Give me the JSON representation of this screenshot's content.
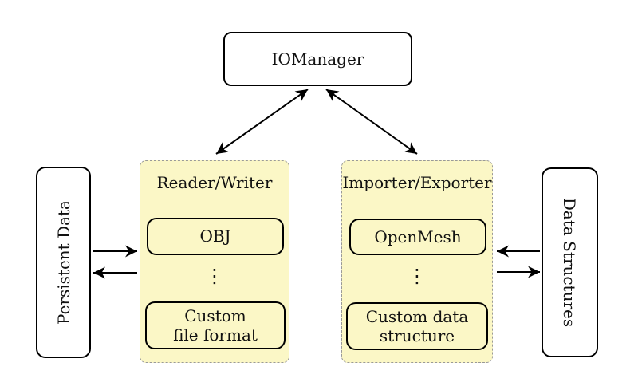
{
  "diagram": {
    "io_manager": {
      "label": "IOManager"
    },
    "persistent_data": {
      "label": "Persistent Data"
    },
    "data_structures": {
      "label": "Data Structures"
    },
    "reader_writer_panel": {
      "title": "Reader/Writer",
      "top_item": "OBJ",
      "ellipsis": "⋮",
      "bottom_item_line1": "Custom",
      "bottom_item_line2": "file format"
    },
    "importer_exporter_panel": {
      "title": "Importer/Exporter",
      "top_item": "OpenMesh",
      "ellipsis": "⋮",
      "bottom_item_line1": "Custom data",
      "bottom_item_line2": "structure"
    },
    "colors": {
      "panel_fill": "#FBF7C6",
      "panel_border": "#999999",
      "node_fill": "#FFFFFF",
      "node_border": "#000000",
      "arrow": "#000000"
    }
  }
}
